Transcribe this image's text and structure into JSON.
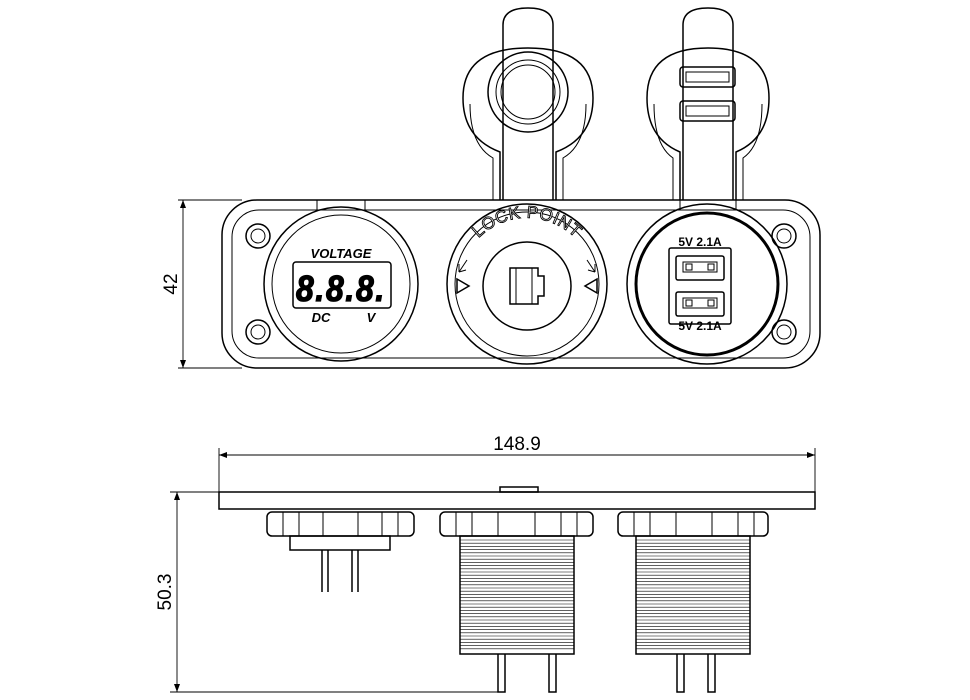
{
  "dimensions": {
    "height": "42",
    "width": "148.9",
    "depth": "50.3"
  },
  "voltmeter": {
    "title": "VOLTAGE",
    "readout": "8.8.8.",
    "left_label": "DC",
    "right_label": "V"
  },
  "socket": {
    "arc_label": "LOCK POINT"
  },
  "usb": {
    "top_label": "5V 2.1A",
    "bottom_label": "5V 2.1A"
  }
}
